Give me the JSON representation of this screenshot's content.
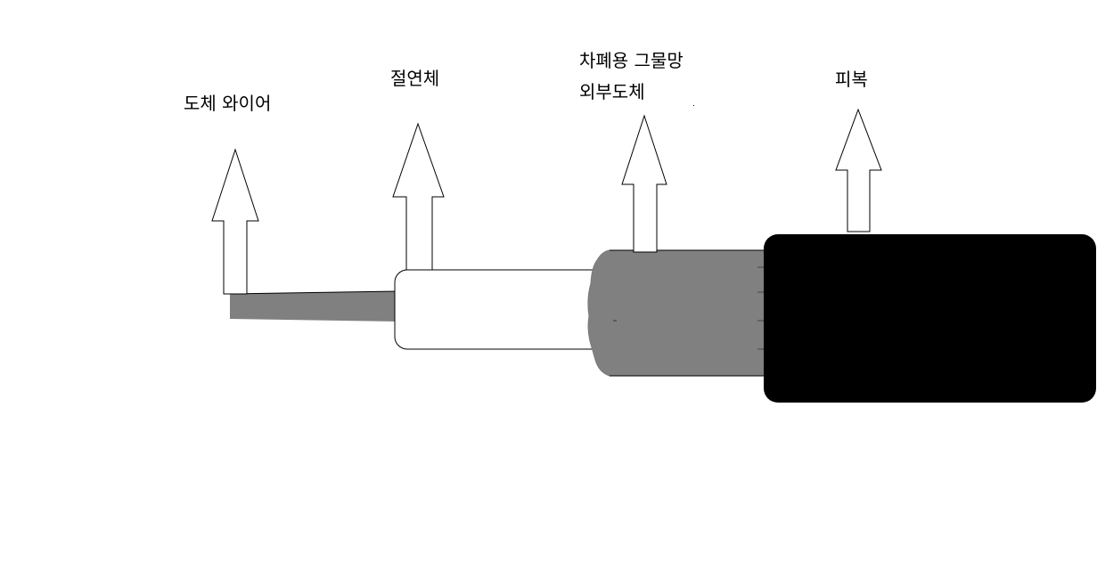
{
  "labels": {
    "conductor": "도체 와이어",
    "insulator": "절연체",
    "shield_line1": "차폐용 그물망",
    "shield_line2": "외부도체",
    "jacket": "피복"
  },
  "colors": {
    "conductor": "#808080",
    "shield": "#808080",
    "jacket": "#000000",
    "outline": "#000000",
    "background": "#ffffff"
  }
}
